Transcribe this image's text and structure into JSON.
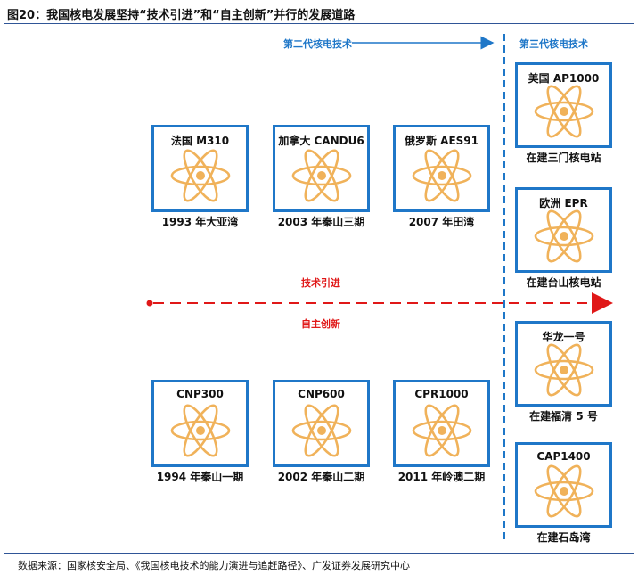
{
  "title": "图20：我国核电发展坚持“技术引进”和“自主创新”并行的发展道路",
  "source": "数据来源：国家核安全局、《我国核电技术的能力演进与追赶路径》、广发证券发展研究中心",
  "labels": {
    "gen2": "第二代核电技术",
    "gen3": "第三代核电技术",
    "import": "技术引进",
    "innovation": "自主创新"
  },
  "imported": [
    {
      "name": "法国 M310",
      "caption": "1993 年大亚湾"
    },
    {
      "name": "加拿大 CANDU6",
      "caption": "2003 年秦山三期"
    },
    {
      "name": "俄罗斯 AES91",
      "caption": "2007 年田湾"
    }
  ],
  "domestic": [
    {
      "name": "CNP300",
      "caption": "1994 年秦山一期"
    },
    {
      "name": "CNP600",
      "caption": "2002 年秦山二期"
    },
    {
      "name": "CPR1000",
      "caption": "2011 年岭澳二期"
    }
  ],
  "gen3": [
    {
      "name": "美国 AP1000",
      "caption": "在建三门核电站"
    },
    {
      "name": "欧洲 EPR",
      "caption": "在建台山核电站"
    },
    {
      "name": "华龙一号",
      "caption": "在建福清 5 号"
    },
    {
      "name": "CAP1400",
      "caption": "在建石岛湾"
    }
  ],
  "colors": {
    "blue": "#1f77c8",
    "red": "#e01818",
    "atom": "#f0b25a"
  }
}
